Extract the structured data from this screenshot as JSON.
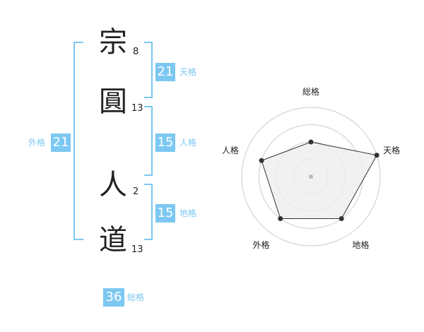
{
  "name": {
    "chars": [
      {
        "char": "宗",
        "strokes": "8"
      },
      {
        "char": "圓",
        "strokes": "13"
      },
      {
        "char": "人",
        "strokes": "2"
      },
      {
        "char": "道",
        "strokes": "13"
      }
    ]
  },
  "fortunes": {
    "tenkaku": {
      "value": "21",
      "label": "天格"
    },
    "jinkaku": {
      "value": "15",
      "label": "人格"
    },
    "chikaku": {
      "value": "15",
      "label": "地格"
    },
    "gaikaku": {
      "value": "21",
      "label": "外格"
    },
    "soukaku": {
      "value": "36",
      "label": "総格"
    }
  },
  "colors": {
    "accent": "#7cc8f2",
    "text": "#222222",
    "grid": "#cccccc",
    "fill": "#eeeeee"
  },
  "chart_data": {
    "type": "radar",
    "axes": [
      "総格",
      "天格",
      "地格",
      "外格",
      "人格"
    ],
    "values": [
      0.5,
      1.0,
      0.75,
      0.75,
      0.75
    ],
    "range": [
      0,
      1
    ],
    "rings": 4,
    "grid": true
  }
}
